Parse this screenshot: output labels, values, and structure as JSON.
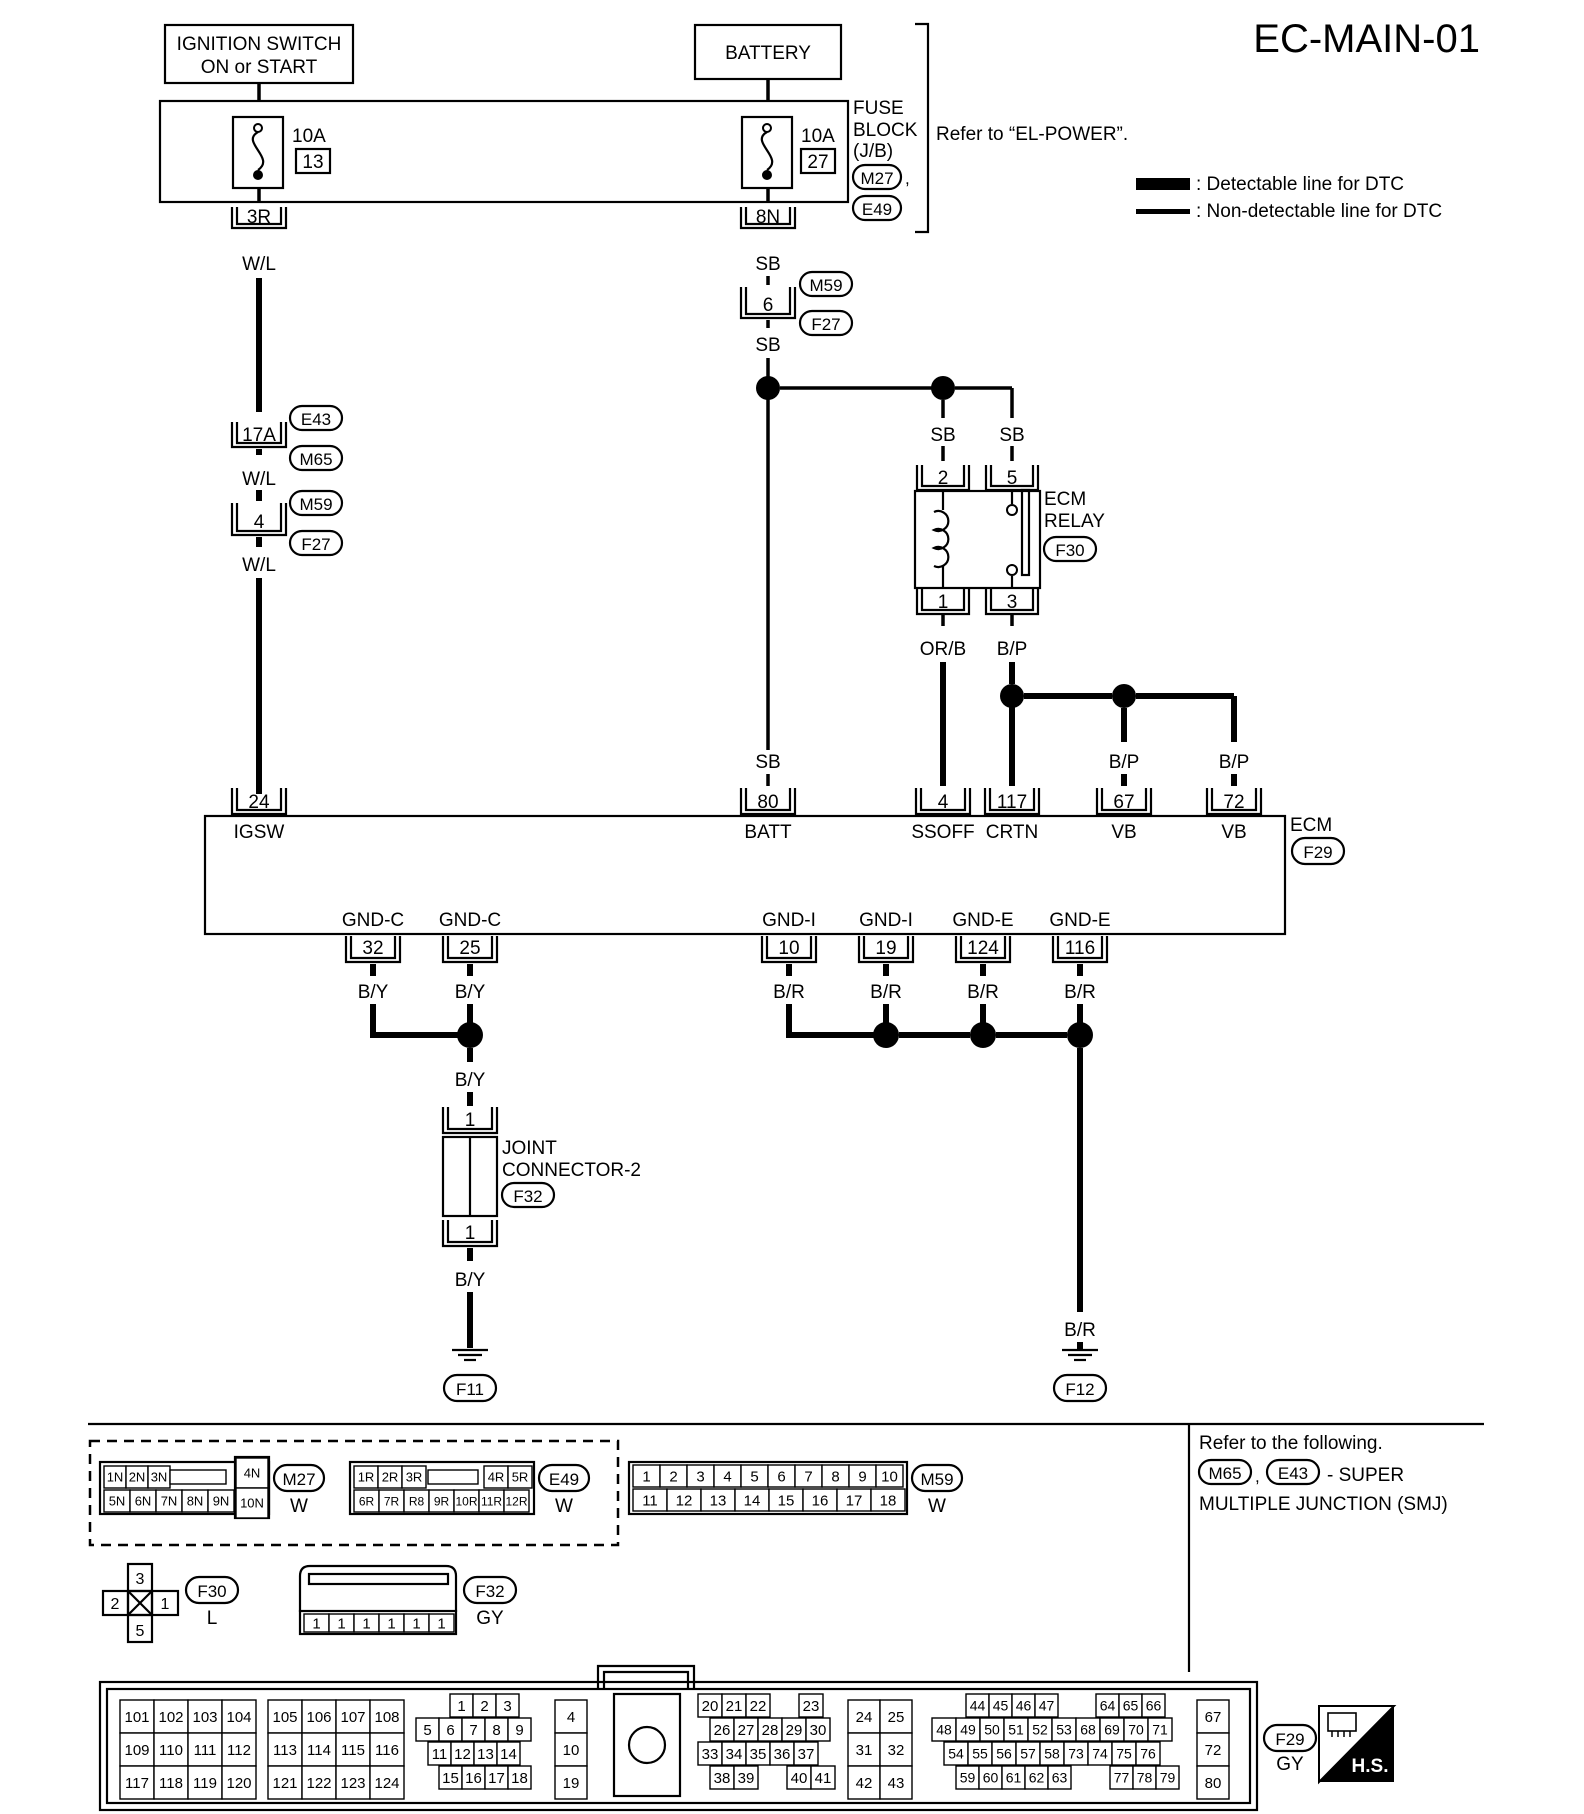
{
  "title": "EC-MAIN-01",
  "legend": {
    "detectable": ": Detectable line for DTC",
    "non_detectable": ": Non-detectable line for DTC"
  },
  "refer_power": "Refer to “EL-POWER”.",
  "components": {
    "ignition_switch_l1": "IGNITION SWITCH",
    "ignition_switch_l2": "ON or START",
    "battery": "BATTERY",
    "fuse_block_l1": "FUSE",
    "fuse_block_l2": "BLOCK",
    "fuse_block_l3": "(J/B)",
    "ecm_relay_l1": "ECM",
    "ecm_relay_l2": "RELAY",
    "ecm": "ECM",
    "joint_connector_l1": "JOINT",
    "joint_connector_l2": "CONNECTOR-2"
  },
  "fuses": [
    {
      "rating": "10A",
      "number": "13"
    },
    {
      "rating": "10A",
      "number": "27"
    }
  ],
  "connectors": {
    "m27": "M27",
    "e49": "E49",
    "m59": "M59",
    "f27": "F27",
    "e43": "E43",
    "m65": "M65",
    "f30": "F30",
    "f29": "F29",
    "f32": "F32",
    "f11": "F11",
    "f12": "F12"
  },
  "pins": {
    "p3r": "3R",
    "p8n": "8N",
    "p6": "6",
    "p17a": "17A",
    "p4": "4",
    "relay_2": "2",
    "relay_5": "5",
    "relay_1": "1",
    "relay_3": "3",
    "ecm_24": "24",
    "ecm_80": "80",
    "ecm_4": "4",
    "ecm_117": "117",
    "ecm_67": "67",
    "ecm_72": "72",
    "ecm_32": "32",
    "ecm_25": "25",
    "ecm_10": "10",
    "ecm_19": "19",
    "ecm_124": "124",
    "ecm_116": "116",
    "jc_top": "1",
    "jc_bot": "1"
  },
  "terminals": {
    "igsw": "IGSW",
    "batt": "BATT",
    "ssoff": "SSOFF",
    "crtn": "CRTN",
    "vb1": "VB",
    "vb2": "VB",
    "gndc1": "GND-C",
    "gndc2": "GND-C",
    "gndi1": "GND-I",
    "gndi2": "GND-I",
    "gnde1": "GND-E",
    "gnde2": "GND-E"
  },
  "wire_colors": {
    "wl": "W/L",
    "sb": "SB",
    "orb": "OR/B",
    "bp": "B/P",
    "by": "B/Y",
    "br": "B/R"
  },
  "connector_views": {
    "m27_pins": [
      "1N",
      "2N",
      "3N",
      "4N",
      "5N",
      "6N",
      "7N",
      "8N",
      "9N",
      "10N"
    ],
    "m27_color": "W",
    "e49_pins": [
      "1R",
      "2R",
      "3R",
      "4R",
      "5R",
      "6R",
      "7R",
      "R8",
      "9R",
      "10R",
      "11R",
      "12R"
    ],
    "e49_color": "W",
    "m59_row1": [
      "1",
      "2",
      "3",
      "4",
      "5",
      "6",
      "7",
      "8",
      "9",
      "10"
    ],
    "m59_row2": [
      "11",
      "12",
      "13",
      "14",
      "15",
      "16",
      "17",
      "18"
    ],
    "m59_color": "W",
    "f30_pins": [
      "3",
      "2",
      "1",
      "5"
    ],
    "f30_color": "L",
    "f32_pins": [
      "1",
      "1",
      "1",
      "1",
      "1",
      "1"
    ],
    "f32_color": "GY",
    "f29_color": "GY",
    "f29_blocks": [
      [
        [
          "101",
          "102",
          "103",
          "104"
        ],
        [
          "109",
          "110",
          "111",
          "112"
        ],
        [
          "117",
          "118",
          "119",
          "120"
        ]
      ],
      [
        [
          "105",
          "106",
          "107",
          "108"
        ],
        [
          "113",
          "114",
          "115",
          "116"
        ],
        [
          "121",
          "122",
          "123",
          "124"
        ]
      ],
      [
        [
          "1",
          "2",
          "3"
        ],
        [
          "5",
          "6",
          "7",
          "8",
          "9"
        ],
        [
          "11",
          "12",
          "13",
          "14"
        ],
        [
          "15",
          "16",
          "17",
          "18"
        ]
      ],
      [
        [
          "4"
        ],
        [
          "10"
        ],
        [
          "19"
        ]
      ],
      [
        [
          "20",
          "21",
          "22",
          "23"
        ],
        [
          "26",
          "27",
          "28",
          "29",
          "30"
        ],
        [
          "33",
          "34",
          "35",
          "36",
          "37"
        ],
        [
          "38",
          "39",
          "40",
          "41"
        ]
      ],
      [
        [
          "24",
          "25"
        ],
        [
          "31",
          "32"
        ],
        [
          "42",
          "43"
        ]
      ],
      [
        [
          "44",
          "45",
          "46",
          "47",
          "64",
          "65",
          "66"
        ],
        [
          "48",
          "49",
          "50",
          "51",
          "52",
          "53",
          "68",
          "69",
          "70",
          "71"
        ],
        [
          "54",
          "55",
          "56",
          "57",
          "58",
          "73",
          "74",
          "75",
          "76"
        ],
        [
          "59",
          "60",
          "61",
          "62",
          "63",
          "77",
          "78",
          "79"
        ]
      ],
      [
        [
          "67"
        ],
        [
          "72"
        ],
        [
          "80"
        ]
      ]
    ]
  },
  "refer_smj": {
    "l1": "Refer to the following.",
    "l2": "- SUPER",
    "l3": "MULTIPLE JUNCTION (SMJ)"
  },
  "hs_label": "H.S."
}
